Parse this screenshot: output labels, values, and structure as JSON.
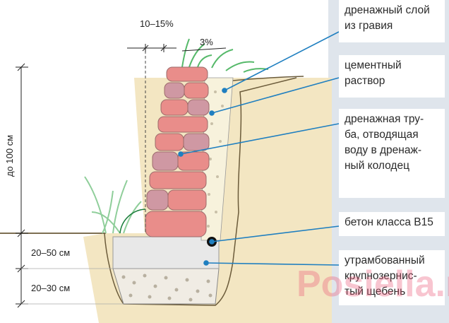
{
  "dimensions": {
    "height": "до 100 см",
    "foundation": "20–50 см",
    "base": "20–30 см",
    "batter": "10–15%",
    "slope": "3%"
  },
  "labels": [
    {
      "id": "gravel",
      "text": "дренажный слой\nиз гравия"
    },
    {
      "id": "mortar",
      "text": "цементный\nраствор"
    },
    {
      "id": "pipe",
      "text": "дренажная тру-\nба, отводящая\nводу в дренаж-\nный колодец"
    },
    {
      "id": "concrete",
      "text": "бетон класса В15"
    },
    {
      "id": "gravel-base",
      "text": "утрамбованный\nкрупнозернис-\nтый щебень"
    }
  ],
  "watermark": "Posiella.ru",
  "colors": {
    "panel": "#dfe5ec",
    "soil": "#f3e6c2",
    "stone_pink": "#e98d8a",
    "stone_mauve": "#cf98a3",
    "concrete": "#e8e8e8",
    "gravel": "#f0ece4",
    "leader": "#1f7fc0",
    "grass": "#56b96a"
  }
}
